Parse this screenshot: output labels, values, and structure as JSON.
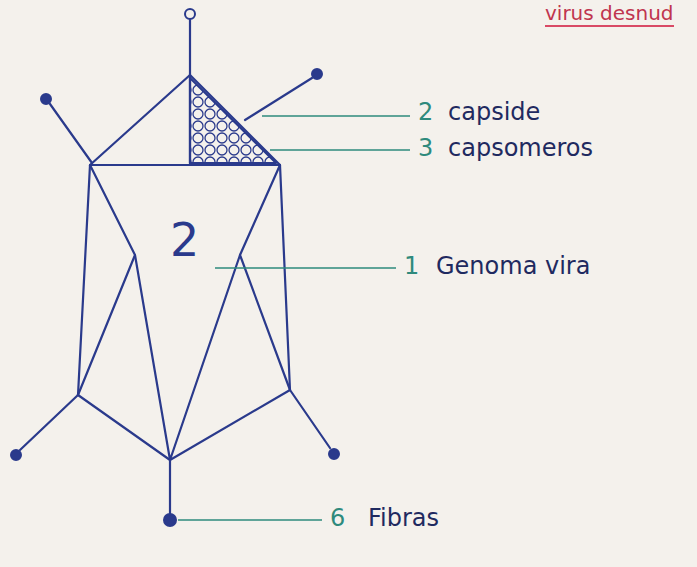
{
  "diagram": {
    "title": "virus desnud",
    "labels": [
      "2",
      "capside",
      "3",
      "capsomeros",
      "1",
      "Genoma vira",
      "2",
      "6",
      "Fibras"
    ]
  }
}
